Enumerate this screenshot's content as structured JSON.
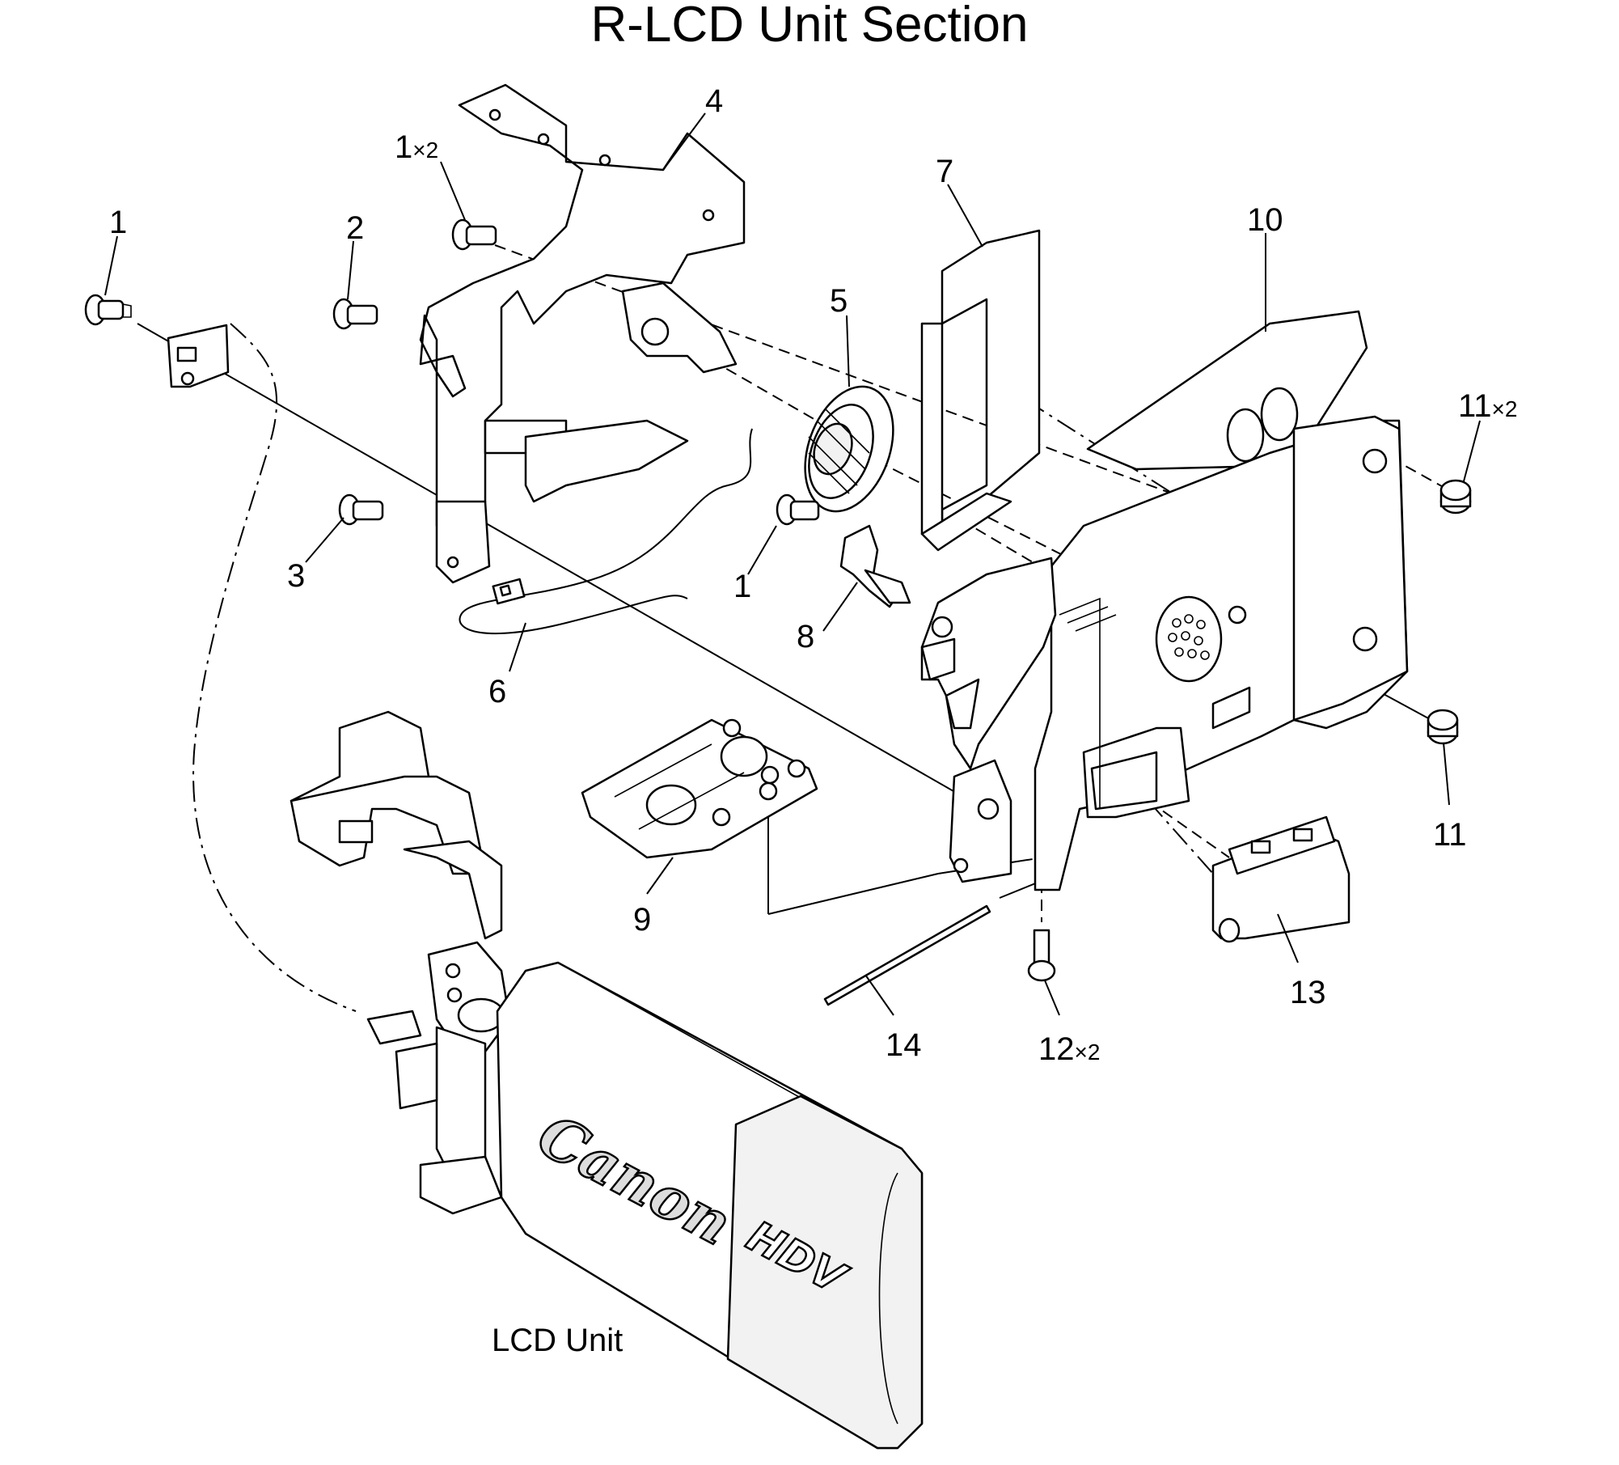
{
  "title": "R-LCD Unit Section",
  "callouts": {
    "c1_left": "1",
    "c1x2_num": "1",
    "c1x2_mult": "×2",
    "c2": "2",
    "c3": "3",
    "c4": "4",
    "c5": "5",
    "c6": "6",
    "c7": "7",
    "c1_mid": "1",
    "c8": "8",
    "c9": "9",
    "c10": "10",
    "c11x2_num": "11",
    "c11x2_mult": "×2",
    "c11": "11",
    "c12x2_num": "12",
    "c12x2_mult": "×2",
    "c13": "13",
    "c14": "14"
  },
  "lcd_unit_label": "LCD Unit",
  "logo": "Canon",
  "hdv_mark": "HDV"
}
